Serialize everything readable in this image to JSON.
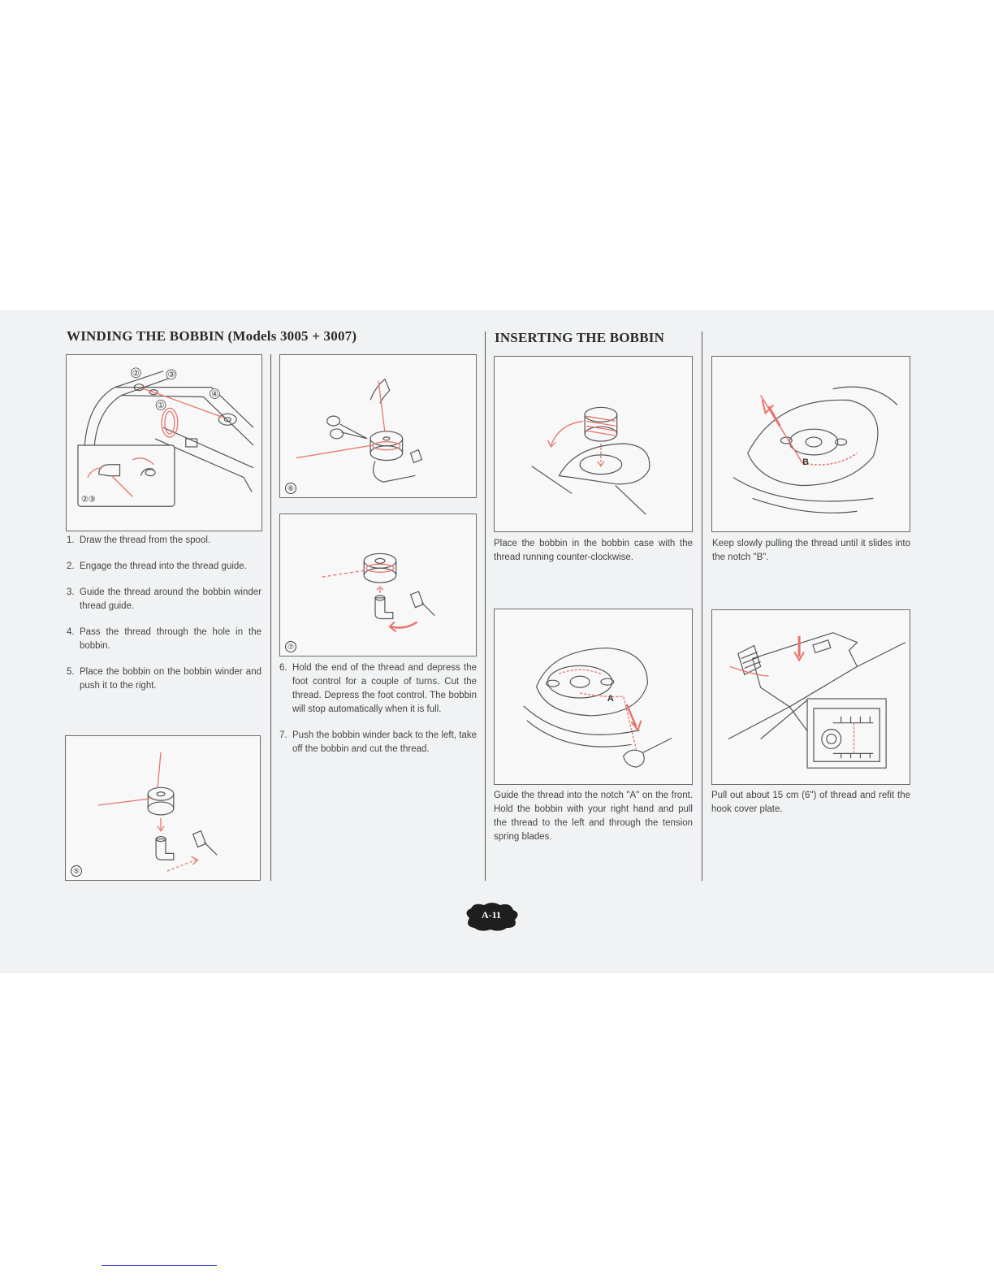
{
  "left_section": {
    "title": "WINDING THE BOBBIN (Models 3005 + 3007)",
    "steps": [
      {
        "num": "1.",
        "text": "Draw the thread from the spool."
      },
      {
        "num": "2.",
        "text": "Engage the thread into the thread guide."
      },
      {
        "num": "3.",
        "text": "Guide the thread around the bobbin winder thread guide."
      },
      {
        "num": "4.",
        "text": "Pass the thread through the hole in the bobbin."
      },
      {
        "num": "5.",
        "text": "Place the bobbin on the bobbin winder and push it to the right."
      }
    ],
    "steps_continued": [
      {
        "num": "6.",
        "text": "Hold the end of the thread and depress the foot control for a couple of turns. Cut the thread. Depress the foot control. The bobbin will stop automatically when it is full."
      },
      {
        "num": "7.",
        "text": "Push the bobbin winder back to the left, take off the bobbin and cut the thread."
      }
    ],
    "figures": {
      "main_callouts": [
        "①",
        "②",
        "③",
        "④"
      ],
      "inset_label": "②③",
      "fig5": "⑤",
      "fig6": "⑥",
      "fig7": "⑦"
    }
  },
  "right_section": {
    "title": "INSERTING THE BOBBIN",
    "captions": {
      "place": "Place the bobbin in the bobbin case with the thread running counter-clockwise.",
      "pull": "Keep slowly pulling the thread until it slides into the notch \"B\".",
      "guide": "Guide the thread into the notch \"A\" on the front. Hold the bobbin with your right hand and pull the thread to the left and through the tension spring blades.",
      "refit": "Pull out about 15 cm (6\") of thread and refit the hook cover plate."
    },
    "figure_labels": {
      "notch_a": "A",
      "notch_b": "B"
    }
  },
  "page_number": "A-11",
  "colors": {
    "thread": "#e8736a",
    "line": "#555555",
    "badge": "#1e1e1e",
    "band": "#f1f2f3"
  }
}
